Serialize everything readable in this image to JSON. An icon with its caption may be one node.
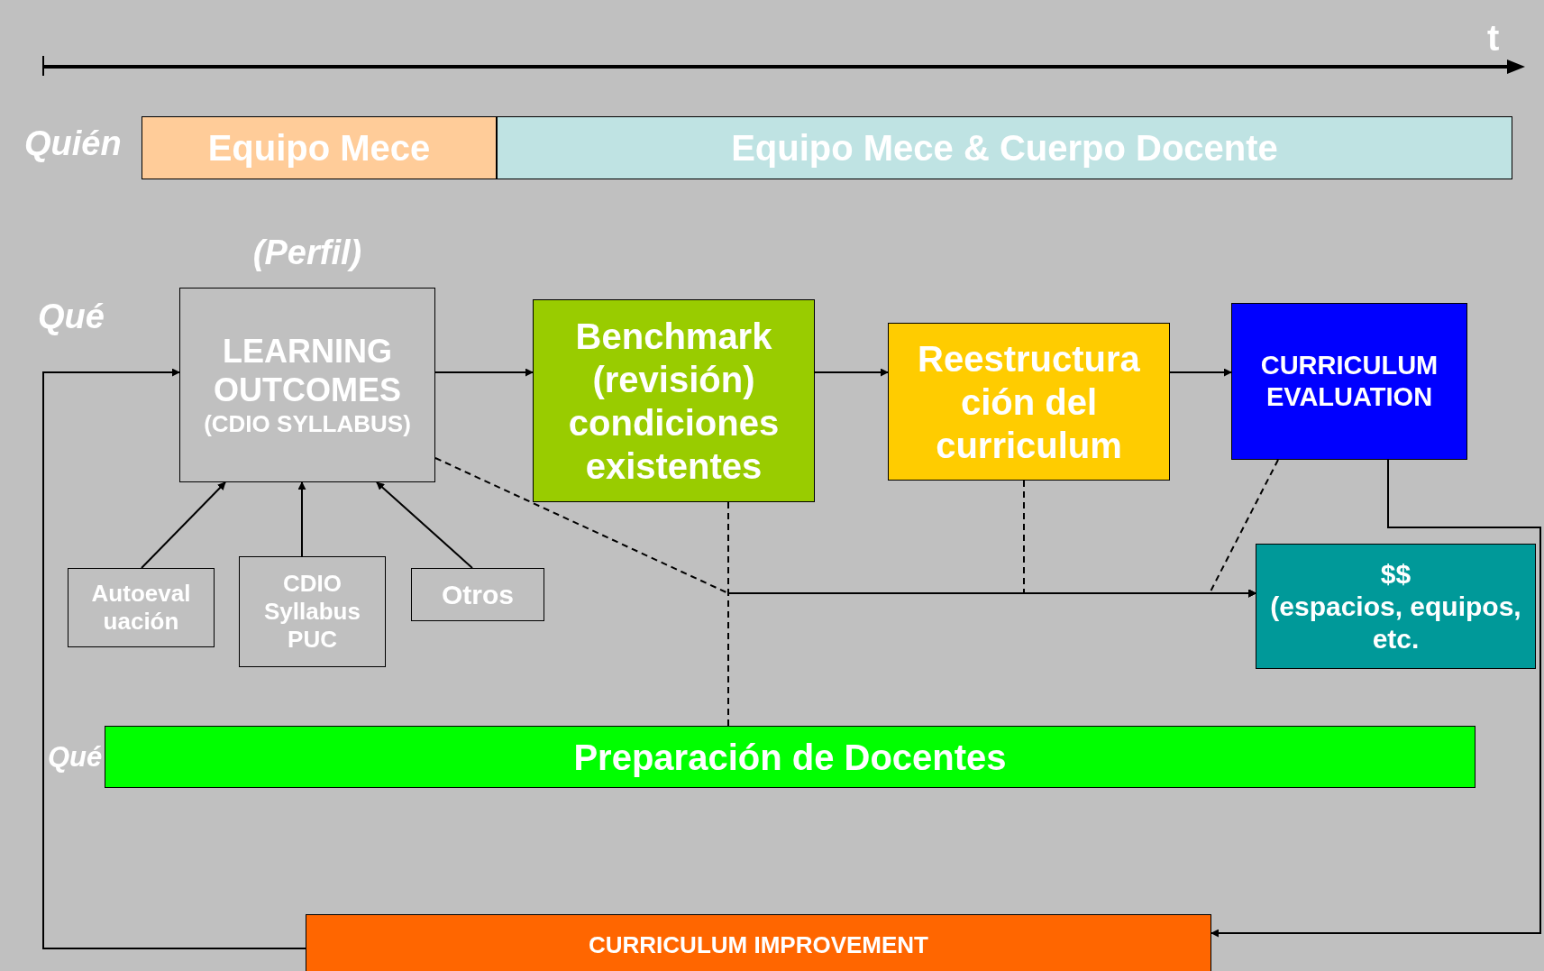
{
  "diagram": {
    "nodes": [
      {
        "text": [
          "Equipo Mece"
        ]
      },
      {
        "text": [
          "Equipo Mece & Cuerpo Docente"
        ]
      },
      {
        "text": [
          "LEARNING OUTCOMES",
          "(CDIO SYLLABUS)"
        ],
        "beside": [
          "(Perfil)"
        ]
      },
      {
        "text": [
          "Benchmark (revisión) condiciones existentes"
        ]
      },
      {
        "text": [
          "Reestructura ción del curriculum"
        ]
      },
      {
        "text": [
          "CURRICULUM EVALUATION"
        ]
      },
      {
        "text": [
          "Autoeval uación"
        ]
      },
      {
        "text": [
          "CDIO Syllabus PUC"
        ]
      },
      {
        "text": [
          "Otros"
        ]
      },
      {
        "text": [
          "$$",
          "(espacios, equipos, etc."
        ]
      },
      {
        "text": [
          "Preparación de Docentes"
        ]
      },
      {
        "text": [
          "CURRICULUM IMPROVEMENT"
        ]
      }
    ],
    "edges": [
      {
        "from": 2,
        "to": 3,
        "arrow": "to"
      },
      {
        "from": 3,
        "to": 4,
        "arrow": "to"
      },
      {
        "from": 4,
        "to": 5,
        "arrow": "to"
      },
      {
        "from": 6,
        "to": 2,
        "arrow": "to"
      },
      {
        "from": 7,
        "to": 2,
        "arrow": "to"
      },
      {
        "from": 8,
        "to": 2,
        "arrow": "to"
      },
      {
        "from": 2,
        "to": 9,
        "arrow": "to",
        "style": "dashed"
      },
      {
        "from": 3,
        "to": 9,
        "arrow": "to",
        "style": "dashed"
      },
      {
        "from": 4,
        "to": 9,
        "arrow": "to",
        "style": "dashed"
      },
      {
        "from": 5,
        "to": 9,
        "arrow": "to",
        "style": "dashed"
      },
      {
        "from": 10,
        "to": 9,
        "arrow": "to",
        "style": "dashed"
      },
      {
        "from": 5,
        "to": 11,
        "arrow": "to"
      },
      {
        "from": 11,
        "to": 2,
        "arrow": "to"
      }
    ],
    "labels": [
      "t",
      "Quién",
      "Qué",
      "Qué"
    ]
  }
}
